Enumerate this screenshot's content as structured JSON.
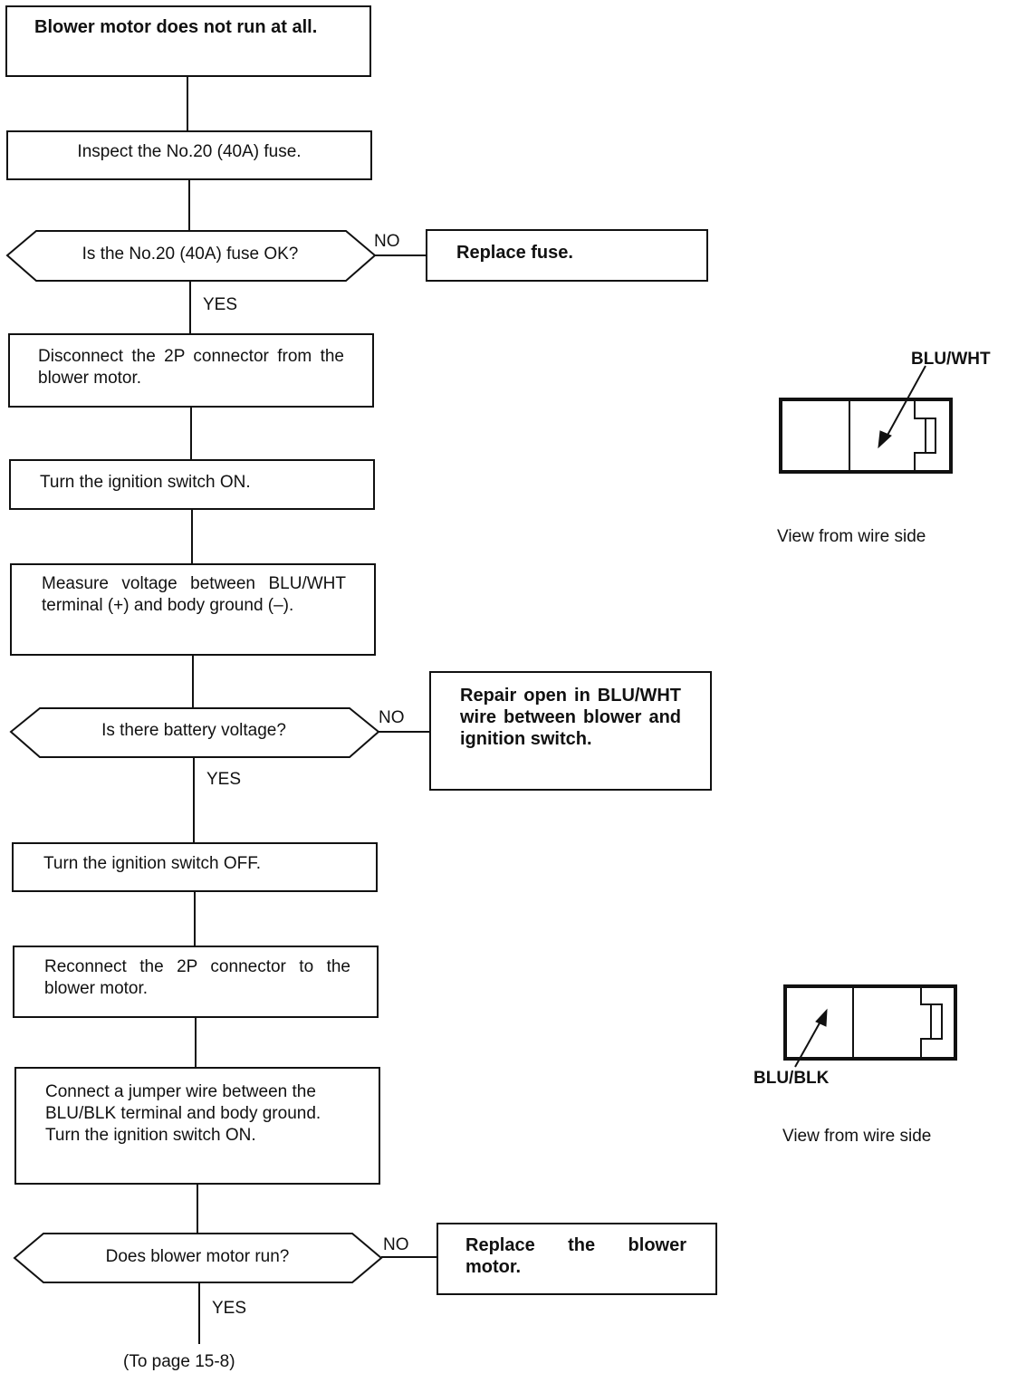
{
  "steps": {
    "s1": "Blower motor does not run at all.",
    "s2": "Inspect the No.20 (40A) fuse.",
    "q1": "Is the No.20 (40A) fuse OK?",
    "r1": "Replace fuse.",
    "s3": "Disconnect the 2P connector from the blower motor.",
    "s4": "Turn the ignition switch ON.",
    "s5": "Measure voltage between BLU/WHT terminal (+) and body ground (–).",
    "q2": "Is there battery voltage?",
    "r2": "Repair open in BLU/WHT wire between blower and ignition switch.",
    "s6": "Turn the ignition switch OFF.",
    "s7": "Reconnect the 2P connector to the blower motor.",
    "s8": "Connect a jumper wire between the BLU/BLK terminal and body ground. Turn the ignition switch ON.",
    "q3": "Does blower motor run?",
    "r3": "Replace the blower motor."
  },
  "labels": {
    "no": "NO",
    "yes": "YES"
  },
  "connector1": {
    "wire": "BLU/WHT",
    "caption": "View from wire side"
  },
  "connector2": {
    "wire": "BLU/BLK",
    "caption": "View from wire side"
  },
  "footer": "(To page 15-8)"
}
